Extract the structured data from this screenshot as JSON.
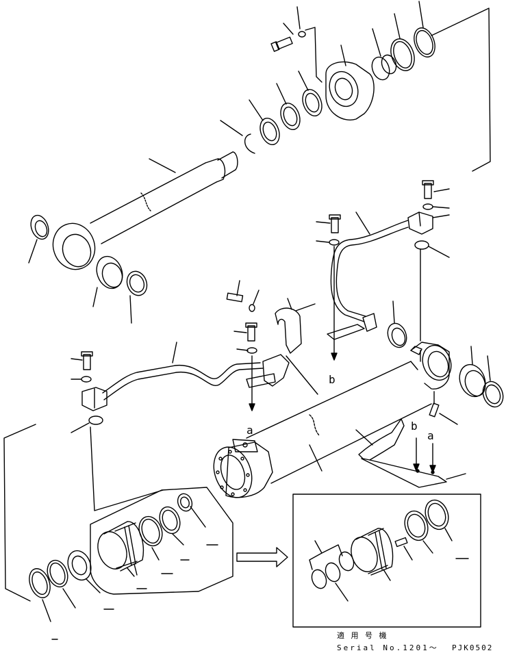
{
  "labels": {
    "a_upper": "a",
    "b_upper": "b",
    "b_lower": "b",
    "a_lower": "a"
  },
  "caption": {
    "applicable_jp": "適 用 号 機",
    "serial": "Serial No.1201～",
    "drawing_code": "PJK0502"
  }
}
